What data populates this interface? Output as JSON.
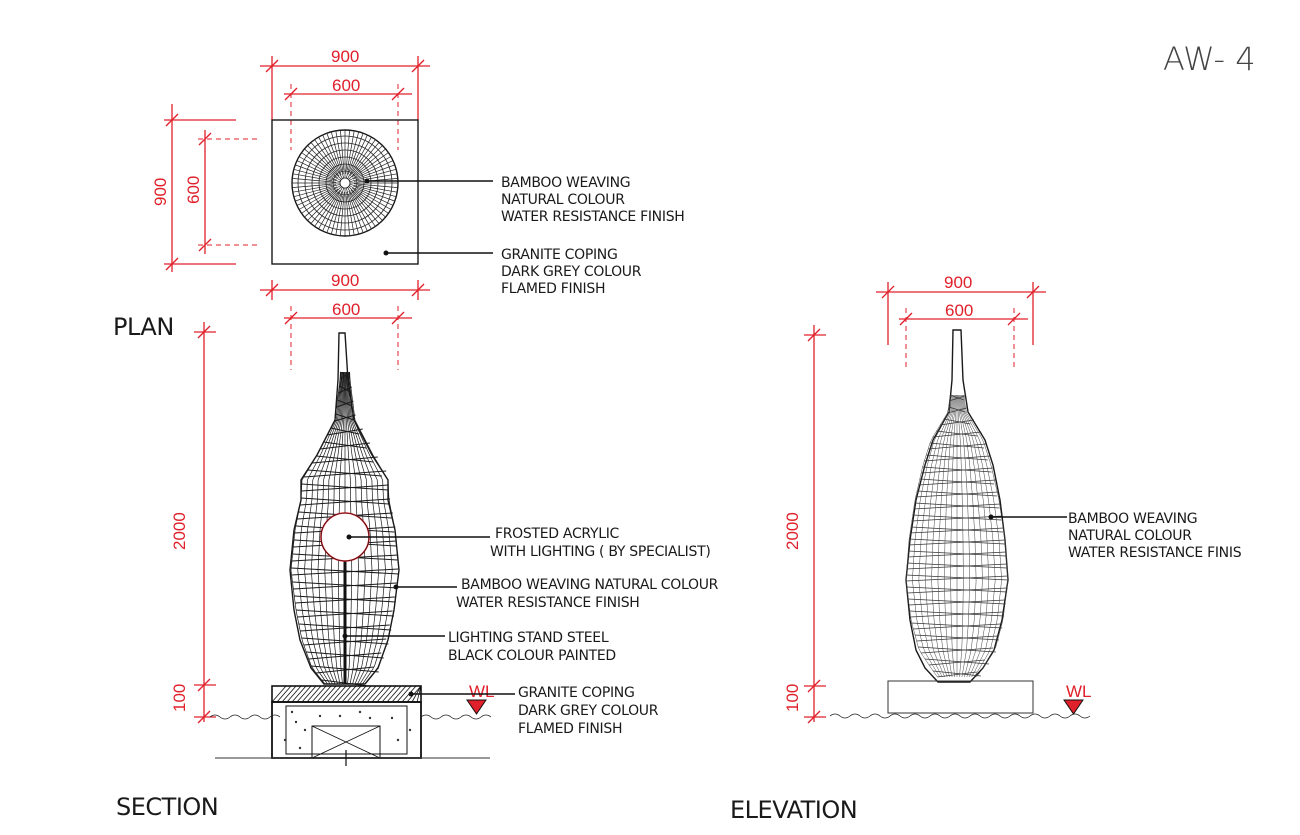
{
  "sheet": {
    "code": "AW- 4"
  },
  "views": {
    "plan": "PLAN",
    "section": "SECTION",
    "elevation": "ELEVATION"
  },
  "dimensions": {
    "plan_top_outer": "900",
    "plan_top_inner": "600",
    "plan_left_outer": "900",
    "plan_left_inner": "600",
    "plan_bottom_outer": "900",
    "plan_bottom_inner": "600",
    "section_height": "2000",
    "section_base": "100",
    "elev_top_outer": "900",
    "elev_top_inner": "600",
    "elev_height": "2000",
    "elev_base": "100"
  },
  "levels": {
    "water_section": "WL",
    "water_elevation": "WL"
  },
  "notes": {
    "plan_bamboo": [
      "BAMBOO WEAVING",
      "NATURAL COLOUR",
      "WATER RESISTANCE FINISH"
    ],
    "plan_granite": [
      "GRANITE COPING",
      "DARK GREY COLOUR",
      "FLAMED FINISH"
    ],
    "section_acrylic": [
      "FROSTED ACRYLIC",
      "WITH LIGHTING ( BY SPECIALIST)"
    ],
    "section_bamboo": [
      "BAMBOO WEAVING NATURAL COLOUR",
      "WATER RESISTANCE FINISH"
    ],
    "section_stand": [
      "LIGHTING STAND STEEL",
      "BLACK COLOUR PAINTED"
    ],
    "section_granite": [
      "GRANITE COPING",
      "DARK GREY COLOUR",
      "FLAMED FINISH"
    ],
    "elev_bamboo": [
      "BAMBOO WEAVING",
      "NATURAL COLOUR",
      "WATER RESISTANCE FINIS"
    ]
  },
  "colors": {
    "dimension": "#e0202a",
    "ink": "#1a1a1a"
  }
}
